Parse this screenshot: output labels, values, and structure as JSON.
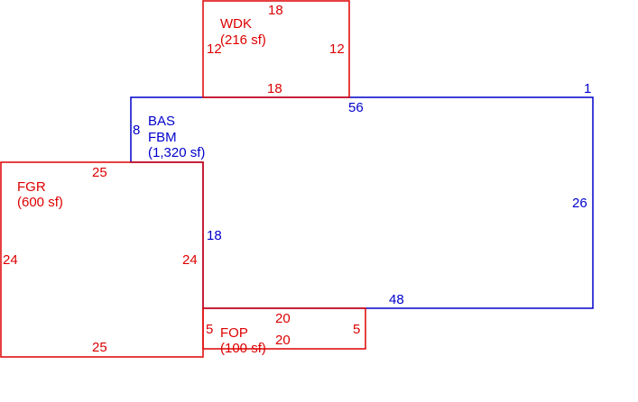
{
  "colors": {
    "living_area": "#0000cc",
    "other_area": "#dd0000",
    "background": "#ffffff"
  },
  "areas": {
    "bas": {
      "code_1": "BAS",
      "code_2": "FBM",
      "size": "(1,320 sf)",
      "dims": {
        "top": "56",
        "top_right": "1",
        "right": "26",
        "bottom": "48",
        "left_inner": "18",
        "left_upper": "8"
      }
    },
    "wdk": {
      "code": "WDK",
      "size": "(216 sf)",
      "dims": {
        "top": "18",
        "bottom": "18",
        "left": "12",
        "right": "12"
      }
    },
    "fgr": {
      "code": "FGR",
      "size": "(600 sf)",
      "dims": {
        "top": "25",
        "bottom": "25",
        "left": "24",
        "right": "24"
      }
    },
    "fop": {
      "code": "FOP",
      "size": "(100 sf)",
      "dims": {
        "top": "20",
        "bottom": "20",
        "left": "5",
        "right": "5"
      }
    }
  }
}
